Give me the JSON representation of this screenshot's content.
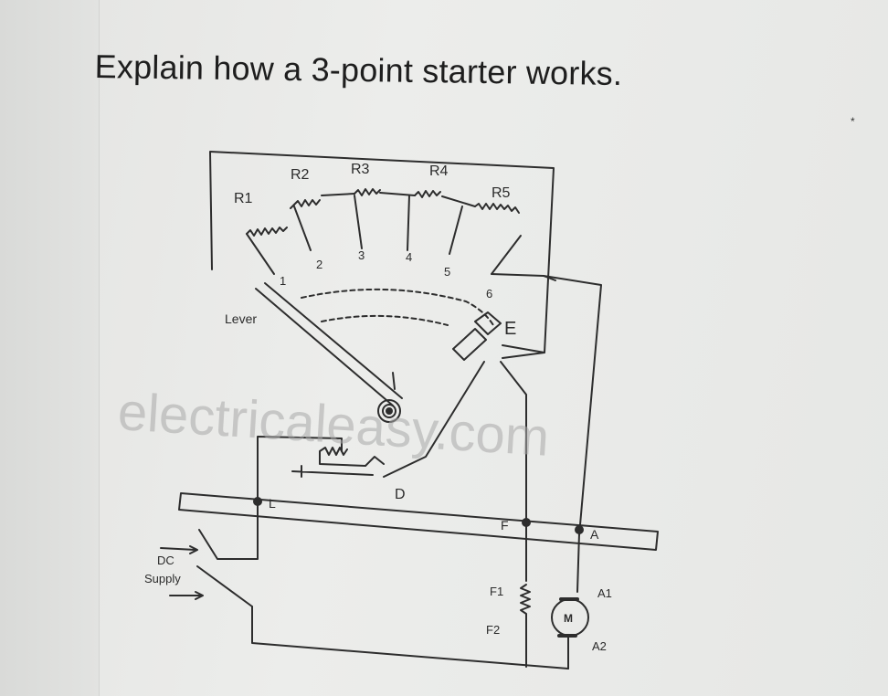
{
  "page": {
    "title": "Explain how a 3-point starter works.",
    "corner_mark": "*"
  },
  "diagram": {
    "resistor_labels": [
      "R1",
      "R2",
      "R3",
      "R4",
      "R5"
    ],
    "stud_labels": [
      "1",
      "2",
      "3",
      "4",
      "5",
      "6"
    ],
    "lever_label": "Lever",
    "electromagnet_label": "E",
    "relay_label": "D",
    "terminal_labels": {
      "line": "L",
      "field": "F",
      "armature": "A"
    },
    "supply_label": {
      "line1": "DC",
      "line2": "Supply"
    },
    "field_winding_labels": {
      "top": "F1",
      "bottom": "F2"
    },
    "motor_label": "M",
    "armature_labels": {
      "top": "A1",
      "bottom": "A2"
    },
    "watermark": "electricaleasy.com"
  }
}
